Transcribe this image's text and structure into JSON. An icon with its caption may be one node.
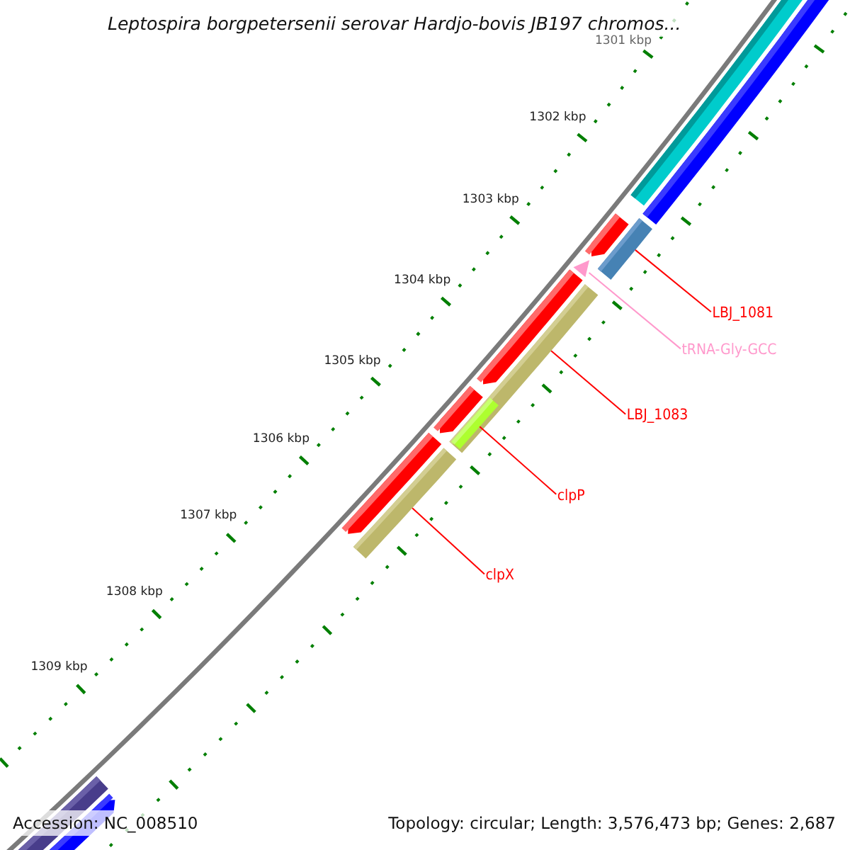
{
  "diagram": {
    "title": "Leptospira borgpetersenii serovar Hardjo-bovis JB197 chromos...",
    "nodes": [
      {
        "text": [
          "LBJ_1081"
        ]
      },
      {
        "text": [],
        "shape": "bar"
      },
      {
        "text": [
          "tRNA-Gly-GCC"
        ]
      },
      {
        "text": [],
        "shape": "triangle"
      },
      {
        "text": [
          "LBJ_1083"
        ]
      },
      {
        "text": [],
        "shape": "bar"
      },
      {
        "text": [
          "clpP"
        ]
      },
      {
        "text": [],
        "shape": "bar",
        "in": 5
      },
      {
        "text": [
          "clpX"
        ]
      },
      {
        "text": [],
        "shape": "bar"
      }
    ],
    "edges": [
      {
        "from": 0,
        "to": 1,
        "arrow": "none"
      },
      {
        "from": 2,
        "to": 3,
        "arrow": "none",
        "color": "#ff99cc"
      },
      {
        "from": 4,
        "to": 5,
        "arrow": "none"
      },
      {
        "from": 6,
        "to": 7,
        "arrow": "none"
      },
      {
        "from": 8,
        "to": 9,
        "arrow": "none"
      }
    ],
    "labels": [
      "1301 kbp",
      "1302 kbp",
      "1303 kbp",
      "1304 kbp",
      "1305 kbp",
      "1306 kbp",
      "1307 kbp",
      "1308 kbp",
      "1309 kbp",
      "Accession: NC_008510",
      "Topology: circular; Length: 3,576,473 bp; Genes: 2,687"
    ]
  }
}
